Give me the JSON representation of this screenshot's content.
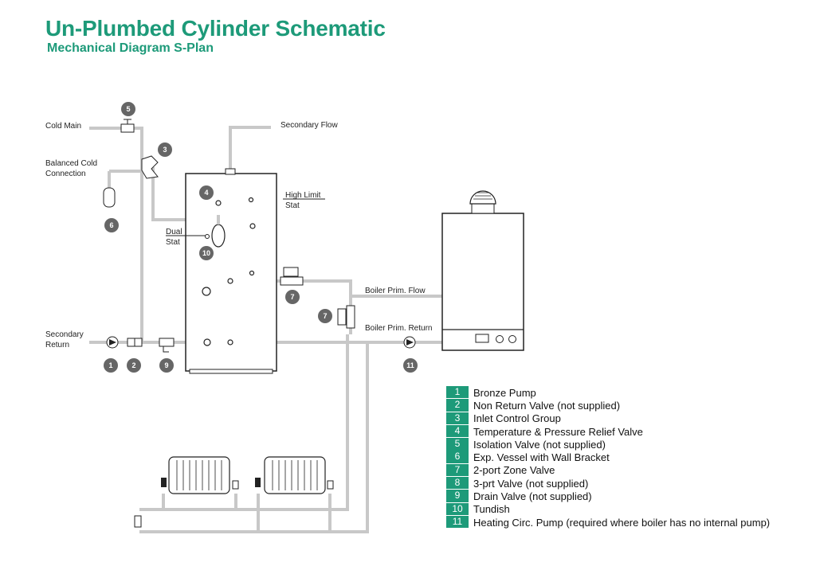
{
  "title": "Un-Plumbed Cylinder Schematic",
  "subtitle": "Mechanical Diagram S-Plan",
  "labels": {
    "cold_main": "Cold Main",
    "balanced_cold_1": "Balanced Cold",
    "balanced_cold_2": "Connection",
    "secondary_flow": "Secondary Flow",
    "high_limit_1": "High Limit",
    "high_limit_2": "Stat",
    "dual_1": "Dual",
    "dual_2": "Stat",
    "boiler_flow": "Boiler Prim. Flow",
    "boiler_return": "Boiler Prim. Return",
    "secondary_return_1": "Secondary",
    "secondary_return_2": "Return"
  },
  "markers": {
    "m1": "1",
    "m2": "2",
    "m3": "3",
    "m4": "4",
    "m5": "5",
    "m6": "6",
    "m7a": "7",
    "m7b": "7",
    "m9": "9",
    "m10": "10",
    "m11": "11"
  },
  "colors": {
    "accent": "#1d9a79",
    "pipe": "#c8c8c8",
    "marker": "#666666"
  },
  "legend": [
    {
      "num": "1",
      "text": "Bronze Pump"
    },
    {
      "num": "2",
      "text": "Non Return Valve (not supplied)"
    },
    {
      "num": "3",
      "text": "Inlet Control Group"
    },
    {
      "num": "4",
      "text": "Temperature & Pressure Relief Valve"
    },
    {
      "num": "5",
      "text": "Isolation Valve (not supplied)"
    },
    {
      "num": "6",
      "text": "Exp. Vessel with Wall Bracket"
    },
    {
      "num": "7",
      "text": "2-port Zone Valve"
    },
    {
      "num": "8",
      "text": "3-prt Valve (not supplied)"
    },
    {
      "num": "9",
      "text": "Drain Valve (not supplied)"
    },
    {
      "num": "10",
      "text": "Tundish"
    },
    {
      "num": "11",
      "text": "Heating Circ. Pump (required where boiler has no internal pump)"
    }
  ]
}
